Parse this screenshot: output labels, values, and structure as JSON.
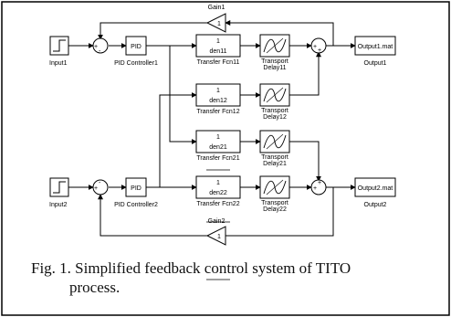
{
  "diagram": {
    "sources": [
      {
        "id": "input1",
        "label": "Input1"
      },
      {
        "id": "input2",
        "label": "Input2"
      }
    ],
    "sums": [
      {
        "id": "sum-in1",
        "signs": [
          "+",
          "-"
        ]
      },
      {
        "id": "sum-in2",
        "signs": [
          "+",
          "-"
        ]
      },
      {
        "id": "sum-out1",
        "signs": [
          "+",
          "+"
        ]
      },
      {
        "id": "sum-out2",
        "signs": [
          "+",
          "+"
        ]
      }
    ],
    "controllers": [
      {
        "id": "pid1",
        "text": "PID",
        "label": "PID Controller1"
      },
      {
        "id": "pid2",
        "text": "PID",
        "label": "PID Controller2"
      }
    ],
    "transfer_fcns": [
      {
        "id": "tf11",
        "num": "1",
        "den": "den11",
        "label": "Transfer Fcn11"
      },
      {
        "id": "tf12",
        "num": "1",
        "den": "den12",
        "label": "Transfer Fcn12"
      },
      {
        "id": "tf21",
        "num": "1",
        "den": "den21",
        "label": "Transfer Fcn21"
      },
      {
        "id": "tf22",
        "num": "1",
        "den": "den22",
        "label": "Transfer Fcn22"
      }
    ],
    "delays": [
      {
        "id": "d11",
        "label1": "Transport",
        "label2": "Delay11"
      },
      {
        "id": "d12",
        "label1": "Transport",
        "label2": "Delay12"
      },
      {
        "id": "d21",
        "label1": "Transport",
        "label2": "Delay21"
      },
      {
        "id": "d22",
        "label1": "Transport",
        "label2": "Delay22"
      }
    ],
    "sinks": [
      {
        "id": "out1",
        "text": "Output1.mat",
        "label": "Output1"
      },
      {
        "id": "out2",
        "text": "Output2.mat",
        "label": "Output2"
      }
    ],
    "gains": [
      {
        "id": "gain1",
        "value": "1",
        "label": "Gain1"
      },
      {
        "id": "gain2",
        "value": "1",
        "label": "Gain2"
      }
    ]
  },
  "caption": {
    "line1": "Fig. 1. Simplified feedback control system of TITO",
    "line2": "process."
  }
}
